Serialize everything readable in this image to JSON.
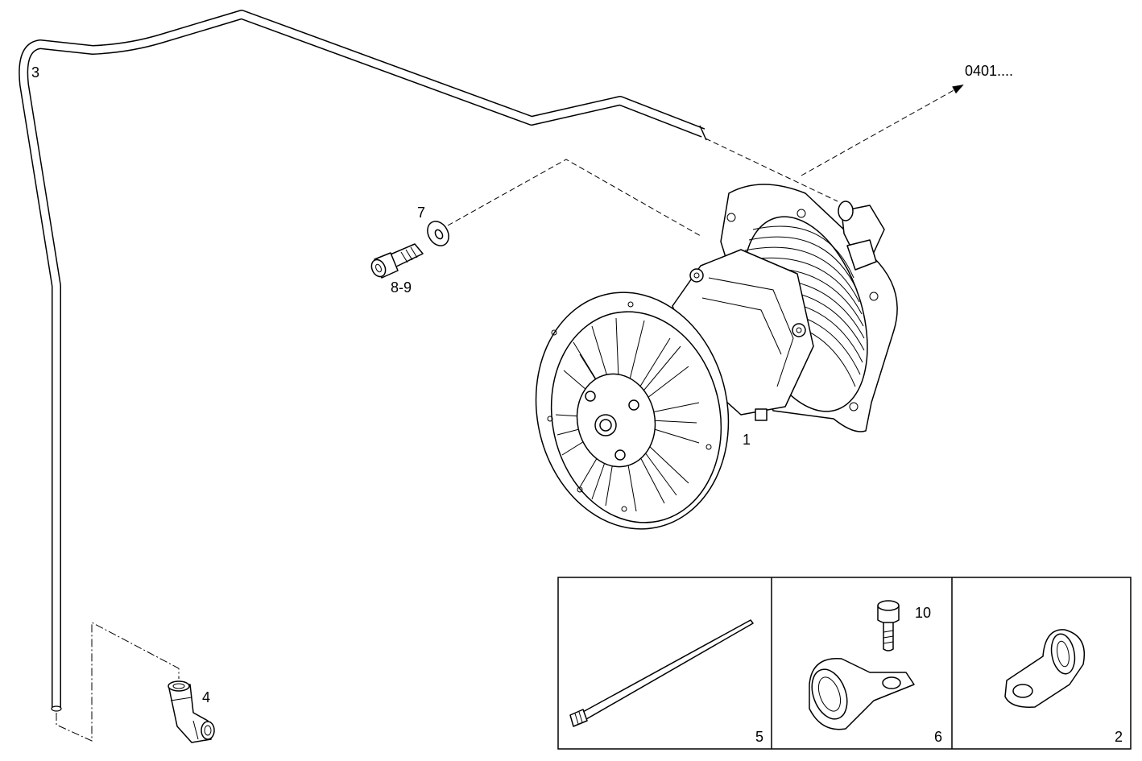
{
  "diagram": {
    "callouts": {
      "p1": "1",
      "p2": "2",
      "p3": "3",
      "p4": "4",
      "p5": "5",
      "p6": "6",
      "p7": "7",
      "p8_9": "8-9",
      "p10": "10",
      "ref": "0401...."
    }
  }
}
